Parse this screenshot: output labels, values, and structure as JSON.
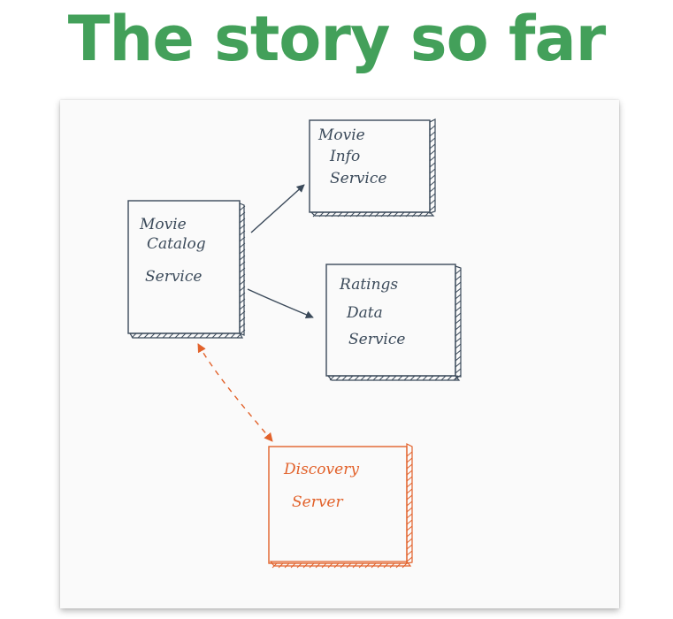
{
  "page": {
    "title": "The story so far",
    "title_color": "#43a05a"
  },
  "colors": {
    "ink": "#3b4a5a",
    "accent": "#e2622b",
    "card_background": "#fafafa"
  },
  "diagram": {
    "nodes": [
      {
        "id": "movie-catalog-service",
        "lines": [
          "Movie",
          "Catalog",
          "Service"
        ]
      },
      {
        "id": "movie-info-service",
        "lines": [
          "Movie",
          "Info",
          "Service"
        ]
      },
      {
        "id": "ratings-data-service",
        "lines": [
          "Ratings",
          "Data",
          "Service"
        ]
      },
      {
        "id": "discovery-server",
        "lines": [
          "Discovery",
          "Server"
        ]
      }
    ],
    "edges": [
      {
        "from": "movie-catalog-service",
        "to": "movie-info-service",
        "style": "solid",
        "direction": "forward"
      },
      {
        "from": "movie-catalog-service",
        "to": "ratings-data-service",
        "style": "solid",
        "direction": "forward"
      },
      {
        "from": "movie-catalog-service",
        "to": "discovery-server",
        "style": "dashed",
        "direction": "both"
      }
    ]
  }
}
